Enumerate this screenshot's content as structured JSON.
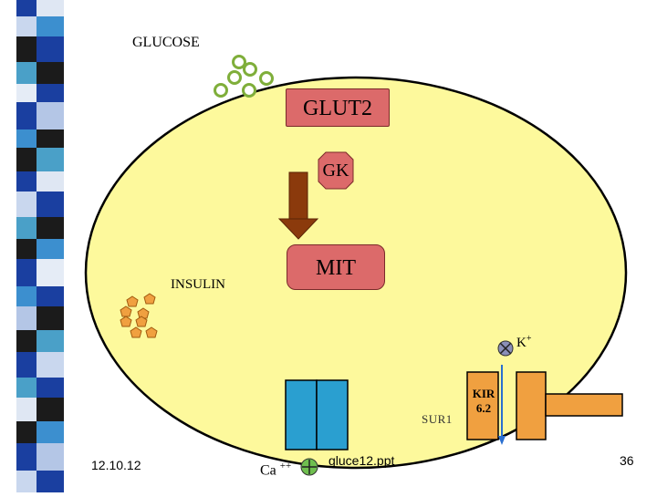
{
  "labels": {
    "glucose": "GLUCOSE",
    "glut2": "GLUT2",
    "gk": "GK",
    "mit": "MIT",
    "insulin": "INSULIN",
    "k": "K",
    "k_sup": "+",
    "sur1": "SUR1",
    "kir_line1": "KIR",
    "kir_line2": "6.2",
    "ca": "Ca",
    "ca_sup": "++"
  },
  "footer": {
    "date": "12.10.12",
    "file": "gluce12.ppt",
    "page": "36"
  },
  "colors": {
    "cell_fill": "#fdf99c",
    "glut2_fill": "#dc6a6a",
    "gk_fill": "#dc6a6a",
    "arrow": "#8b3a0c",
    "glucose_ring": "#7fae3a",
    "insulin": "#f0a040",
    "channel": "#2a9fd0",
    "kir_channel": "#f0a040",
    "k_channel": "#f0a040"
  },
  "icons": {
    "glucose": "glucose-molecule-icon",
    "insulin": "insulin-granule-icon",
    "k_channel": "k-ion-closed-icon",
    "ca_channel": "ca-ion-open-icon"
  }
}
